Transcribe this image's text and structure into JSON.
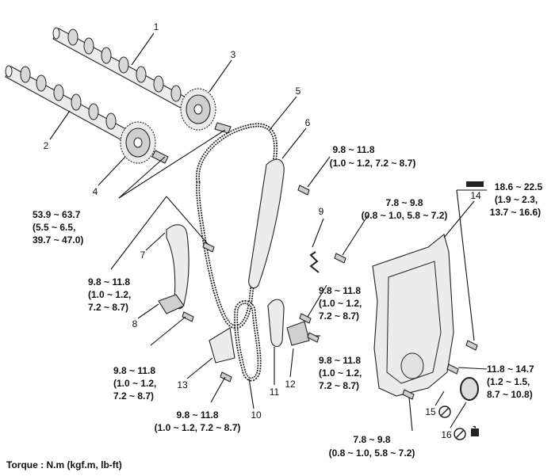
{
  "callouts": {
    "c1": "1",
    "c2": "2",
    "c3": "3",
    "c4": "4",
    "c5": "5",
    "c6": "6",
    "c7": "7",
    "c8": "8",
    "c9": "9",
    "c10": "10",
    "c11": "11",
    "c12": "12",
    "c13": "13",
    "c14": "14",
    "c15": "15",
    "c16": "16"
  },
  "torques": {
    "t1": [
      "9.8 ~ 11.8",
      "(1.0 ~ 1.2, 7.2 ~ 8.7)"
    ],
    "t2": [
      "18.6 ~ 22.5",
      "(1.9 ~ 2.3,",
      "13.7 ~ 16.6)"
    ],
    "t3": [
      "7.8 ~ 9.8",
      "(0.8 ~ 1.0, 5.8 ~ 7.2)"
    ],
    "t4": [
      "53.9 ~ 63.7",
      "(5.5 ~ 6.5,",
      "39.7 ~ 47.0)"
    ],
    "t5": [
      "9.8 ~ 11.8",
      "(1.0 ~ 1.2,",
      "7.2 ~ 8.7)"
    ],
    "t6": [
      "9.8 ~ 11.8",
      "(1.0 ~ 1.2,",
      "7.2 ~ 8.7)"
    ],
    "t7": [
      "9.8 ~ 11.8",
      "(1.0 ~ 1.2,",
      "7.2 ~ 8.7)"
    ],
    "t8": [
      "9.8 ~ 11.8",
      "(1.0 ~ 1.2,",
      "7.2 ~ 8.7)"
    ],
    "t9": [
      "11.8 ~ 14.7",
      "(1.2 ~ 1.5,",
      "8.7 ~ 10.8)"
    ],
    "t10": [
      "9.8 ~ 11.8",
      "(1.0 ~ 1.2, 7.2 ~ 8.7)"
    ],
    "t11": [
      "7.8 ~ 9.8",
      "(0.8 ~ 1.0, 5.8 ~ 7.2)"
    ]
  },
  "footer": "Torque : N.m (kgf.m, lb-ft)"
}
